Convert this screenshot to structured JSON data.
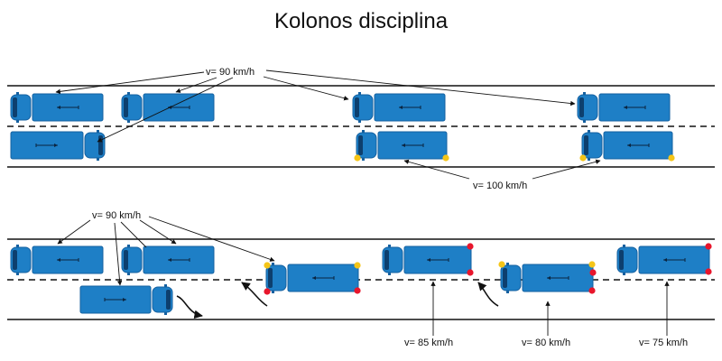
{
  "title": "Kolonos disciplina",
  "colors": {
    "truck_body": "#1e7fc6",
    "truck_dark": "#1460a0",
    "road_line": "#111111",
    "light_yellow": "#f5c518",
    "light_red": "#e8162c"
  },
  "top_scene": {
    "label_left": "v= 90 km/h",
    "label_right": "v= 100 km/h"
  },
  "bottom_scene": {
    "label_left": "v= 90 km/h",
    "label_85": "v= 85 km/h",
    "label_80": "v= 80 km/h",
    "label_75": "v= 75 km/h"
  }
}
